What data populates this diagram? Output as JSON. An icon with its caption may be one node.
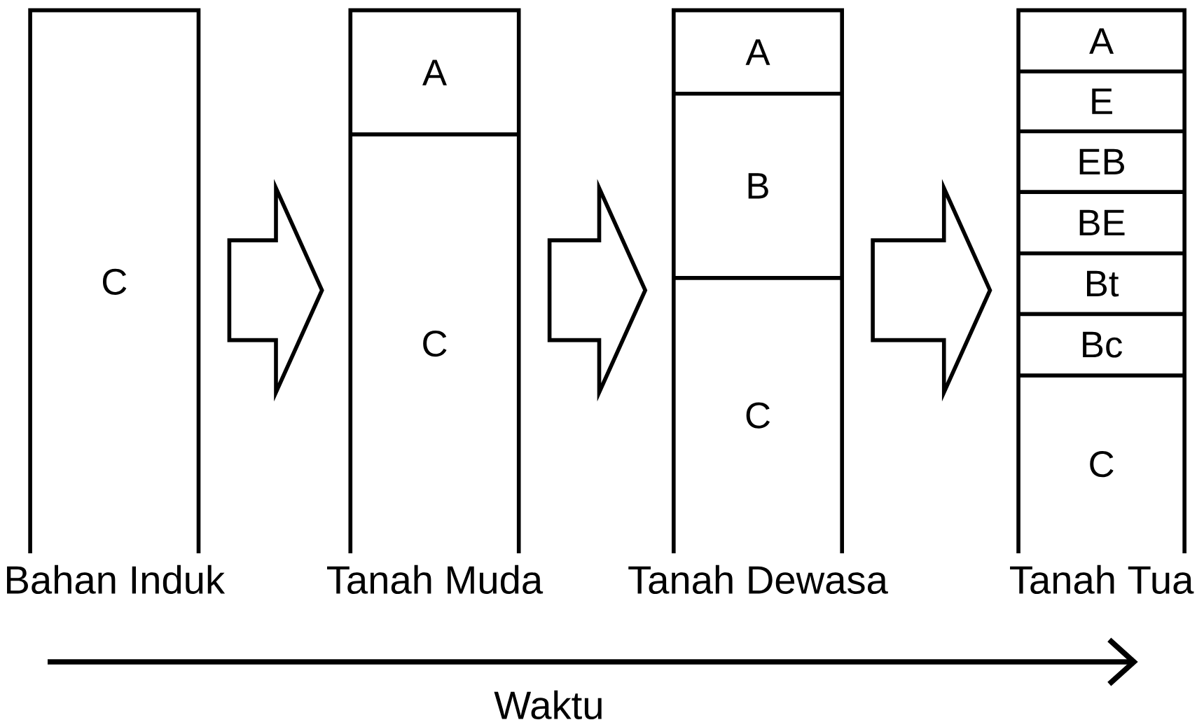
{
  "diagram": {
    "nodes": [
      {
        "text": [
          "Bahan Induk"
        ]
      },
      {
        "text": [
          "C"
        ],
        "in": 0
      },
      {
        "text": [
          "Tanah Muda"
        ]
      },
      {
        "text": [
          "A"
        ],
        "in": 2
      },
      {
        "text": [
          "C"
        ],
        "in": 2
      },
      {
        "text": [
          "Tanah Dewasa"
        ]
      },
      {
        "text": [
          "A"
        ],
        "in": 5
      },
      {
        "text": [
          "B"
        ],
        "in": 5
      },
      {
        "text": [
          "C"
        ],
        "in": 5
      },
      {
        "text": [
          "Tanah Tua"
        ]
      },
      {
        "text": [
          "A"
        ],
        "in": 9
      },
      {
        "text": [
          "E"
        ],
        "in": 9
      },
      {
        "text": [
          "EB"
        ],
        "in": 9
      },
      {
        "text": [
          "BE"
        ],
        "in": 9
      },
      {
        "text": [
          "Bt"
        ],
        "in": 9
      },
      {
        "text": [
          "Bc"
        ],
        "in": 9
      },
      {
        "text": [
          "C"
        ],
        "in": 9
      }
    ],
    "edges": [
      {
        "from": 0,
        "to": 2,
        "arrow": "to"
      },
      {
        "from": 2,
        "to": 5,
        "arrow": "to"
      },
      {
        "from": 5,
        "to": 9,
        "arrow": "to"
      }
    ],
    "labels": [
      "Waktu"
    ]
  }
}
